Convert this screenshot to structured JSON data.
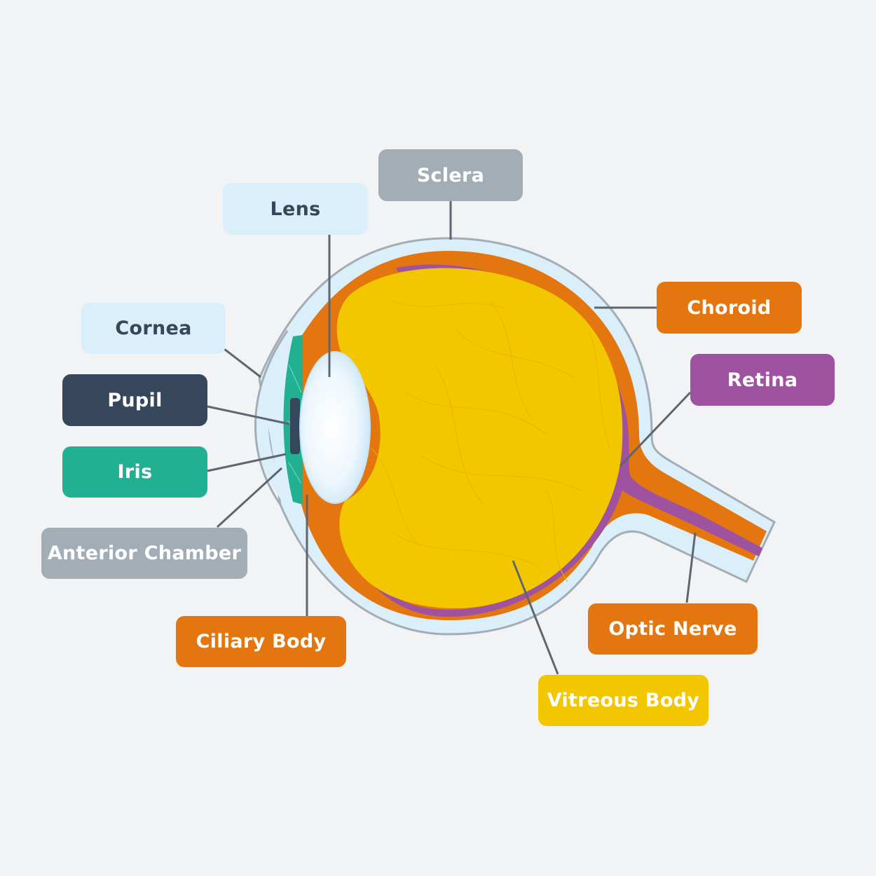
{
  "labels": {
    "sclera": "Sclera",
    "lens": "Lens",
    "choroid": "Choroid",
    "retina": "Retina",
    "cornea": "Cornea",
    "pupil": "Pupil",
    "iris": "Iris",
    "anterior_chamber": "Anterior Chamber",
    "ciliary_body": "Ciliary Body",
    "optic_nerve": "Optic Nerve",
    "vitreous_body": "Vitreous Body"
  },
  "colors": {
    "background": "#f2f3f5",
    "sclera": "#dbeffa",
    "sclera_outline": "#a3adb5",
    "choroid": "#e3760e",
    "retina": "#9e52a0",
    "vitreous": "#f3c700",
    "iris": "#22b092",
    "pupil": "#36475c",
    "lens": "#eef7fd",
    "leader_line": "#5f6670"
  }
}
